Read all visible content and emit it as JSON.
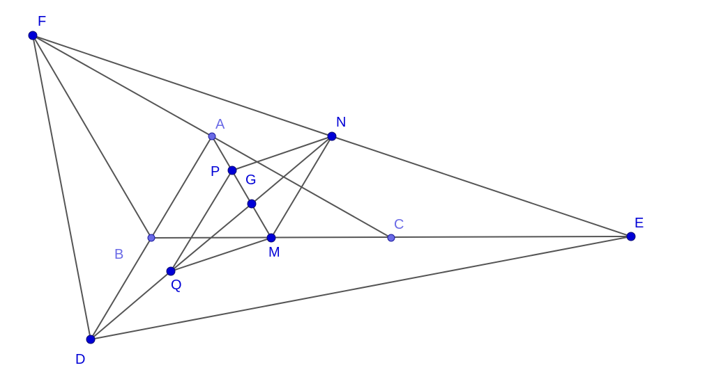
{
  "colors": {
    "line": "#555555",
    "point_primary": "#0000d6",
    "point_secondary": "#6a6ae6",
    "label_primary": "#0000d6",
    "label_secondary": "#6a6ae6",
    "background": "#ffffff"
  },
  "points": [
    {
      "id": "F",
      "label": "F",
      "style": "primary"
    },
    {
      "id": "A",
      "label": "A",
      "style": "secondary"
    },
    {
      "id": "N",
      "label": "N",
      "style": "primary"
    },
    {
      "id": "P",
      "label": "P",
      "style": "primary"
    },
    {
      "id": "G",
      "label": "G",
      "style": "primary"
    },
    {
      "id": "B",
      "label": "B",
      "style": "secondary"
    },
    {
      "id": "M",
      "label": "M",
      "style": "primary"
    },
    {
      "id": "C",
      "label": "C",
      "style": "secondary"
    },
    {
      "id": "E",
      "label": "E",
      "style": "primary"
    },
    {
      "id": "Q",
      "label": "Q",
      "style": "primary"
    },
    {
      "id": "D",
      "label": "D",
      "style": "primary"
    }
  ],
  "segments": [
    [
      "F",
      "N"
    ],
    [
      "N",
      "E"
    ],
    [
      "F",
      "D"
    ],
    [
      "F",
      "B"
    ],
    [
      "F",
      "A"
    ],
    [
      "A",
      "C"
    ],
    [
      "A",
      "B"
    ],
    [
      "A",
      "M"
    ],
    [
      "B",
      "E"
    ],
    [
      "B",
      "D"
    ],
    [
      "D",
      "E"
    ],
    [
      "D",
      "Q"
    ],
    [
      "Q",
      "M"
    ],
    [
      "Q",
      "P"
    ],
    [
      "Q",
      "G"
    ],
    [
      "G",
      "N"
    ],
    [
      "P",
      "N"
    ],
    [
      "N",
      "M"
    ]
  ]
}
